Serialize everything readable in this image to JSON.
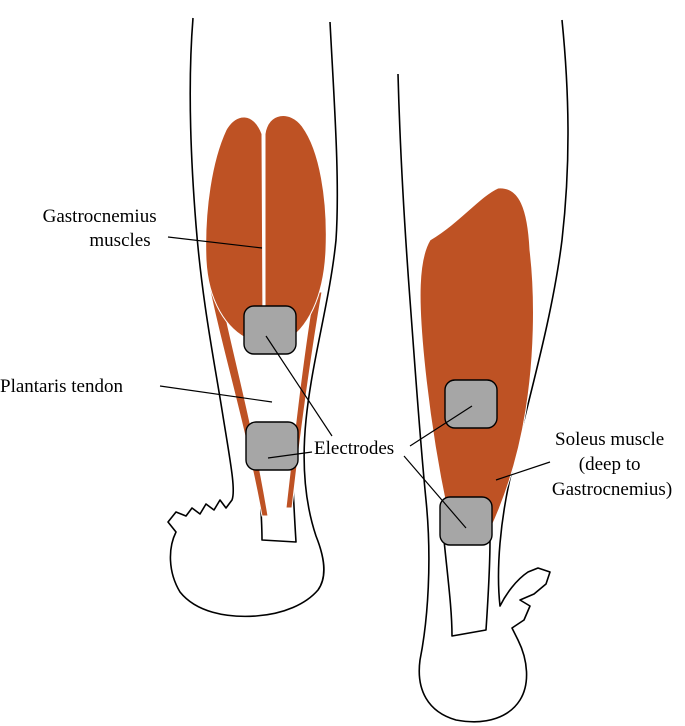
{
  "labels": {
    "gastrocnemius": [
      "Gastrocnemius",
      "muscles"
    ],
    "plantaris": "Plantaris tendon",
    "electrodes": "Electrodes",
    "soleus": [
      "Soleus muscle",
      "(deep to",
      "Gastrocnemius)"
    ]
  },
  "colors": {
    "muscle": "#BE5224",
    "electrode": "#A6A6A6",
    "outline": "#000000",
    "background": "#FFFFFF"
  }
}
